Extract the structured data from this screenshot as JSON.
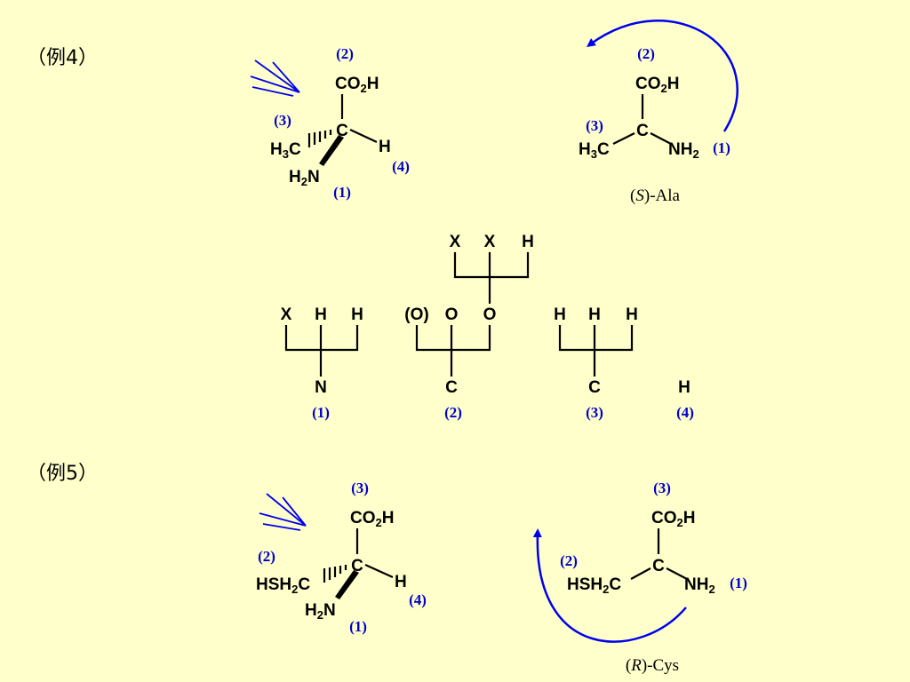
{
  "example4": {
    "label": "（例4）",
    "left": {
      "top_group": "CO2H",
      "top_prio": "(2)",
      "center": "C",
      "left_group": "H3C",
      "left_prio": "(3)",
      "right_group": "H",
      "right_prio": "(4)",
      "bottom_group": "H2N",
      "bottom_prio": "(1)"
    },
    "right": {
      "top_group": "CO2H",
      "top_prio": "(2)",
      "center": "C",
      "left_group": "H3C",
      "left_prio": "(3)",
      "right_group": "NH2",
      "right_prio": "(1)",
      "name_italic": "S",
      "name_suffix": "-Ala"
    },
    "tree": {
      "n_branch": {
        "root": "N",
        "leaves": [
          "X",
          "H",
          "H"
        ],
        "prio": "(1)"
      },
      "c_branch": {
        "root": "C",
        "leaves": [
          "(O)",
          "O",
          "O"
        ],
        "prio": "(2)",
        "sub_leaves": [
          "X",
          "X",
          "H"
        ]
      },
      "c3_branch": {
        "root": "C",
        "leaves": [
          "H",
          "H",
          "H"
        ],
        "prio": "(3)"
      },
      "h_branch": {
        "root": "H",
        "prio": "(4)"
      }
    }
  },
  "example5": {
    "label": "（例5）",
    "left": {
      "top_group": "CO2H",
      "top_prio": "(3)",
      "center": "C",
      "left_group": "HSH2C",
      "left_prio": "(2)",
      "right_group": "H",
      "right_prio": "(4)",
      "bottom_group": "H2N",
      "bottom_prio": "(1)"
    },
    "right": {
      "top_group": "CO2H",
      "top_prio": "(3)",
      "center": "C",
      "left_group": "HSH2C",
      "left_prio": "(2)",
      "right_group": "NH2",
      "right_prio": "(1)",
      "name_italic": "R",
      "name_suffix": "-Cys"
    }
  }
}
